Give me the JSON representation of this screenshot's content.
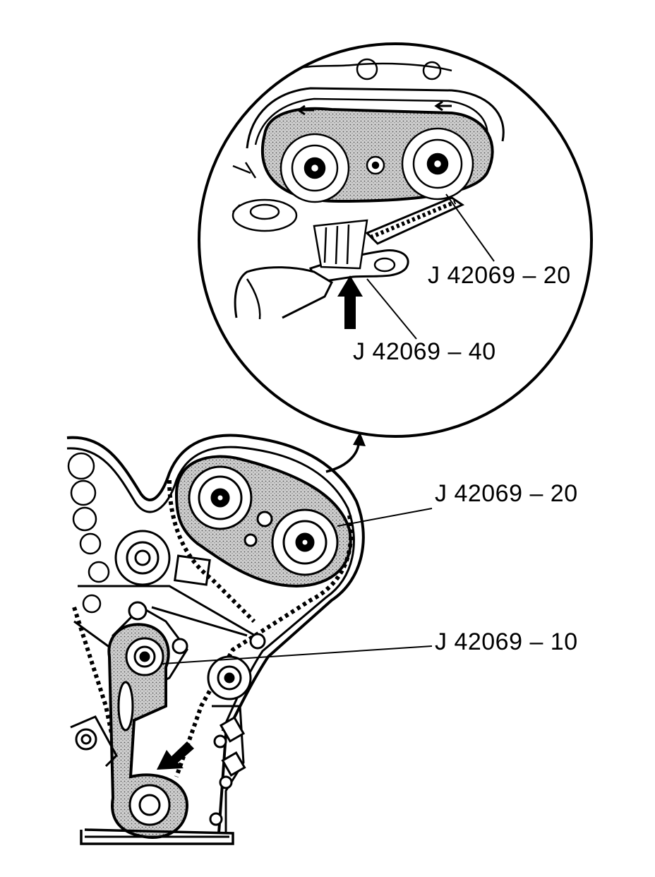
{
  "labels": {
    "detail_cam_holder": "J 42069 – 20",
    "detail_tension_tool": "J 42069 – 40",
    "main_cam_holder": "J 42069 – 20",
    "main_crank_tool": "J 42069 – 10"
  },
  "colors": {
    "ink": "#000000",
    "paper": "#ffffff",
    "tool_shade": "#b8b8b8"
  },
  "icons": {
    "detail_push_arrow": "up-arrow-icon",
    "crank_arrow": "diagonal-arrow-icon",
    "connector_arrow": "curved-arrow-icon"
  }
}
